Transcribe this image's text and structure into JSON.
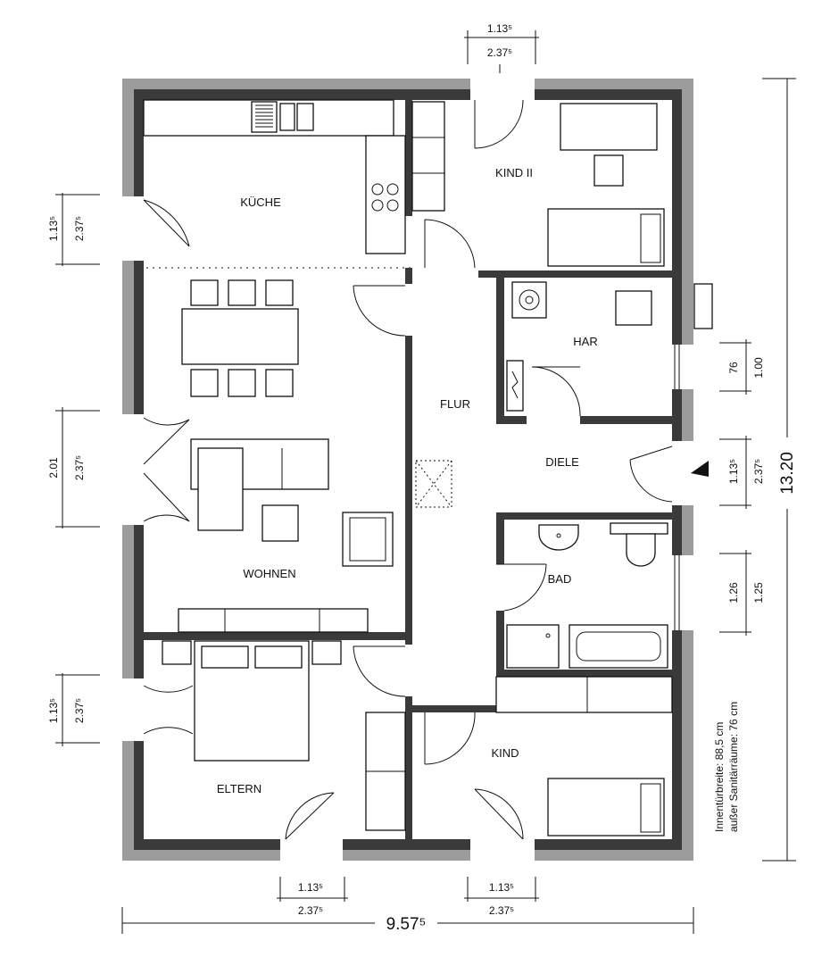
{
  "rooms": {
    "kueche": "KÜCHE",
    "kind2": "KIND II",
    "har": "HAR",
    "flur": "FLUR",
    "diele": "DIELE",
    "wohnen": "WOHNEN",
    "bad": "BAD",
    "eltern": "ELTERN",
    "kind": "KIND"
  },
  "dimensions": {
    "top_door_upper": "1.13⁵",
    "top_door_lower": "2.37⁵",
    "bottom_left_upper": "1.13⁵",
    "bottom_left_lower": "2.37⁵",
    "bottom_right_upper": "1.13⁵",
    "bottom_right_lower": "2.37⁵",
    "total_width": "9.57⁵",
    "total_height": "13.20",
    "left_1_a": "1.13⁵",
    "left_1_b": "2.37⁵",
    "left_2_a": "2.01",
    "left_2_b": "2.37⁵",
    "left_3_a": "1.13⁵",
    "left_3_b": "2.37⁵",
    "right_1_a": "76",
    "right_1_b": "1.00",
    "right_2_a": "1.13⁵",
    "right_2_b": "2.37⁵",
    "right_3_a": "1.26",
    "right_3_b": "1.25"
  },
  "notes": {
    "line1": "Innentürbreite: 88,5 cm",
    "line2": "außer Sanitärräume: 76 cm"
  }
}
